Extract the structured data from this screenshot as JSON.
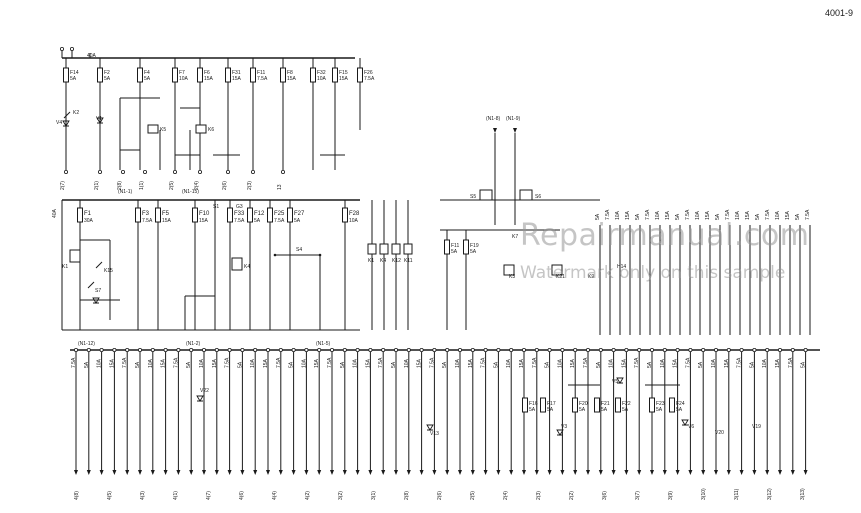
{
  "page_id": "4001-9",
  "watermark": {
    "site": "Repairmanual.com",
    "note": "Watermark only on this sample"
  },
  "top_fuses": [
    {
      "id": "F14",
      "rating": "5A"
    },
    {
      "id": "F2",
      "rating": "5A"
    },
    {
      "id": "F4",
      "rating": "5A"
    },
    {
      "id": "F7",
      "rating": "10A"
    },
    {
      "id": "F6",
      "rating": "15A"
    },
    {
      "id": "F31",
      "rating": "15A"
    },
    {
      "id": "F11",
      "rating": "7.5A"
    },
    {
      "id": "F8",
      "rating": "15A"
    },
    {
      "id": "F32",
      "rating": "10A"
    },
    {
      "id": "F15",
      "rating": "15A"
    },
    {
      "id": "F26",
      "rating": "7.5A"
    }
  ],
  "mid_fuses": [
    {
      "id": "F1",
      "rating": "30A"
    },
    {
      "id": "F3",
      "rating": "7.5A"
    },
    {
      "id": "F5",
      "rating": "15A"
    },
    {
      "id": "F10",
      "rating": "15A"
    },
    {
      "id": "F33",
      "rating": "7.5A"
    },
    {
      "id": "F12",
      "rating": "5A"
    },
    {
      "id": "F25",
      "rating": "7.5A"
    },
    {
      "id": "F27",
      "rating": "5A"
    },
    {
      "id": "F28",
      "rating": "10A"
    },
    {
      "id": "F11",
      "rating": "5A"
    },
    {
      "id": "F19",
      "rating": "5A"
    }
  ],
  "bottom_fuses": [
    {
      "id": "F16",
      "rating": "5A"
    },
    {
      "id": "F17",
      "rating": "5A"
    },
    {
      "id": "F20",
      "rating": "5A"
    },
    {
      "id": "F21",
      "rating": "5A"
    },
    {
      "id": "F22",
      "rating": "5A"
    },
    {
      "id": "F23",
      "rating": "5A"
    },
    {
      "id": "F24",
      "rating": "5A"
    }
  ],
  "components": [
    "K1",
    "K2",
    "K3",
    "K4",
    "K5",
    "K6",
    "K7",
    "K8",
    "K9",
    "K11",
    "K12",
    "K15",
    "K21",
    "S4",
    "S5",
    "S6",
    "S7",
    "V1",
    "V2",
    "V3",
    "V4",
    "V5",
    "V6",
    "V13",
    "H14"
  ],
  "net_labels": [
    "(N1-8)",
    "(N1-9)",
    "(N1-1)",
    "(N1-15)",
    "(N1-2)",
    "(N1-5)",
    "(N1-12)",
    "(N1-10)"
  ],
  "terminals_top": [
    "2(7)",
    "2(1)",
    "2(8)",
    "1(1)",
    "2(5)",
    "2(4)",
    "2(6)",
    "2(3)",
    "13"
  ],
  "terminals_bottom": [
    "4(8)",
    "4(5)",
    "4(3)",
    "4(1)",
    "4(7)",
    "4(6)",
    "4(4)",
    "4(2)",
    "3(2)",
    "3(1)",
    "2(8)",
    "2(6)",
    "2(5)",
    "2(4)",
    "2(3)",
    "2(2)",
    "3(6)",
    "3(7)",
    "3(9)",
    "3(10)",
    "3(11)",
    "3(12)",
    "3(13)"
  ],
  "bus_labels": [
    "40A",
    "30A",
    "40A"
  ],
  "fuse_ratings": [
    "7.5A",
    "5A",
    "10A",
    "15A",
    "30A",
    "40A"
  ]
}
